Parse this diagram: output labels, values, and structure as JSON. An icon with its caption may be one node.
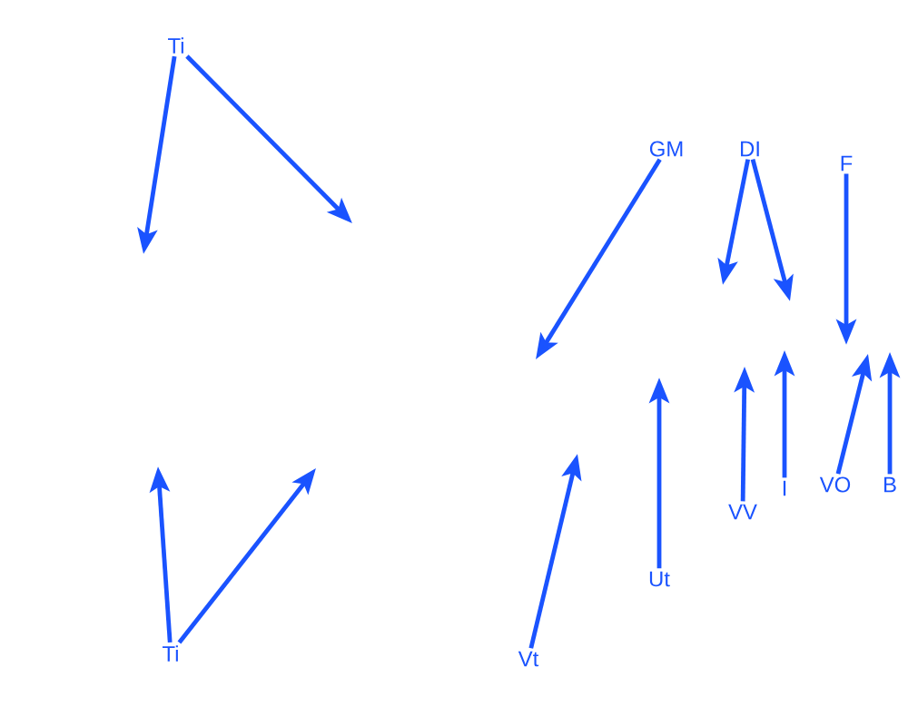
{
  "diagram": {
    "nodes": [
      {
        "text": [
          "Ti"
        ]
      },
      {
        "text": [
          "GM"
        ]
      },
      {
        "text": [
          "DI"
        ]
      },
      {
        "text": [
          "F"
        ]
      },
      {
        "text": [
          "Ti"
        ]
      },
      {
        "text": [
          "Vt"
        ]
      },
      {
        "text": [
          "Ut"
        ]
      },
      {
        "text": [
          "VV"
        ]
      },
      {
        "text": [
          "I"
        ]
      },
      {
        "text": [
          "VO"
        ]
      },
      {
        "text": [
          "B"
        ]
      }
    ],
    "edges": [
      {
        "from": 0,
        "to": null,
        "arrow": "to"
      },
      {
        "from": 0,
        "to": null,
        "arrow": "to"
      },
      {
        "from": 1,
        "to": null,
        "arrow": "to"
      },
      {
        "from": 2,
        "to": null,
        "arrow": "to"
      },
      {
        "from": 2,
        "to": null,
        "arrow": "to"
      },
      {
        "from": 3,
        "to": null,
        "arrow": "to"
      },
      {
        "from": 4,
        "to": null,
        "arrow": "to"
      },
      {
        "from": 4,
        "to": null,
        "arrow": "to"
      },
      {
        "from": 5,
        "to": null,
        "arrow": "to"
      },
      {
        "from": 6,
        "to": null,
        "arrow": "to"
      },
      {
        "from": 7,
        "to": null,
        "arrow": "to"
      },
      {
        "from": 8,
        "to": null,
        "arrow": "to"
      },
      {
        "from": 9,
        "to": null,
        "arrow": "to"
      },
      {
        "from": 10,
        "to": null,
        "arrow": "to"
      }
    ]
  }
}
